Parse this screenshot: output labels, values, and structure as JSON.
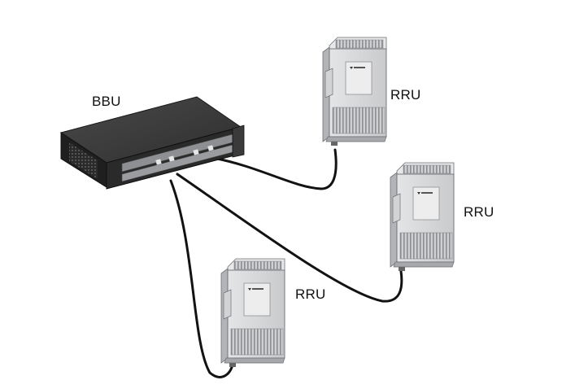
{
  "labels": {
    "bbu": "BBU",
    "rru_1": "RRU",
    "rru_2": "RRU",
    "rru_3": "RRU"
  },
  "colors": {
    "cable": "#121212",
    "rru_body": "#d9dadb",
    "rru_side": "#b7b8ba",
    "bbu_top": "#3a3a3a",
    "bbu_front": "#272727"
  },
  "icons": {
    "bbu": "bbu-unit-icon",
    "rru": "rru-unit-icon"
  }
}
